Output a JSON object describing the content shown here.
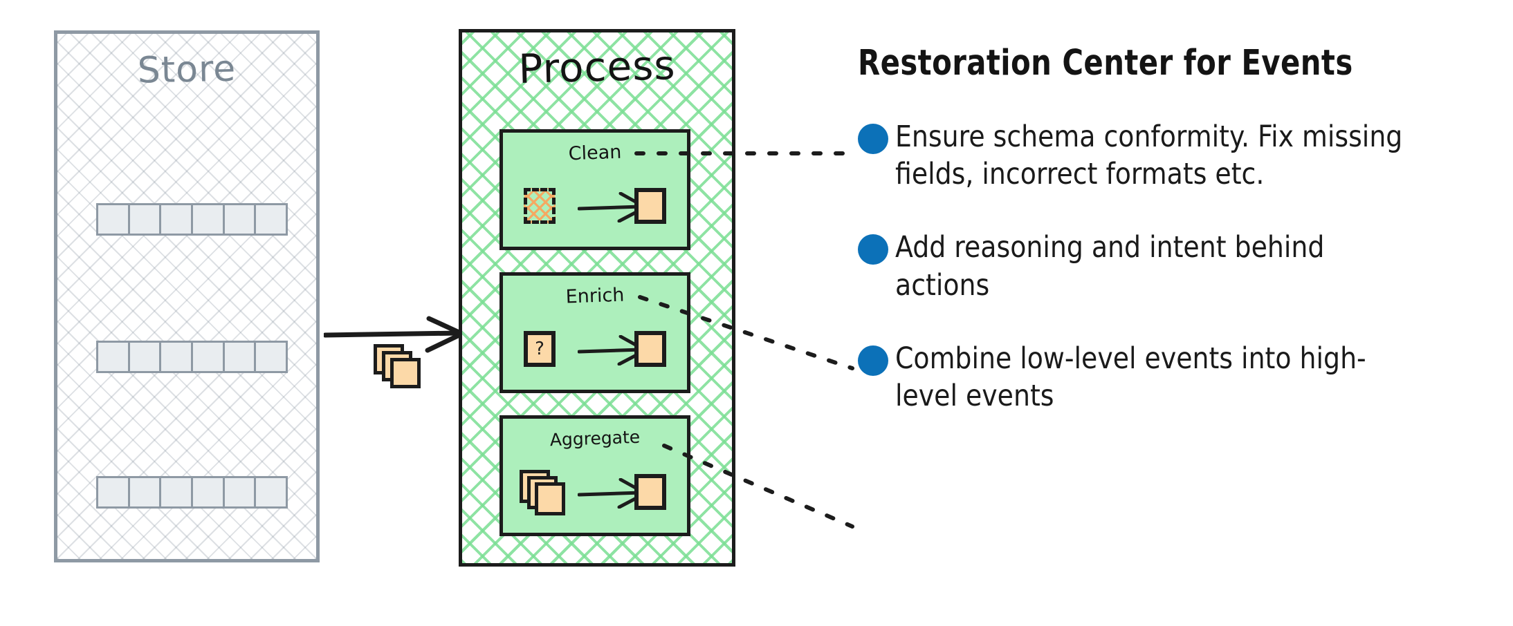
{
  "diagram": {
    "store": {
      "title": "Store",
      "rows": [
        {
          "cells": 6
        },
        {
          "cells": 6
        },
        {
          "cells": 6
        }
      ]
    },
    "process": {
      "title": "Process",
      "steps": [
        {
          "label": "Clean",
          "input_icon": "hatched-dashed-square-icon",
          "output_icon": "filled-square-icon"
        },
        {
          "label": "Enrich",
          "input_icon": "question-mark-square-icon",
          "output_icon": "filled-square-icon",
          "input_glyph": "?"
        },
        {
          "label": "Aggregate",
          "input_icon": "stacked-squares-icon",
          "output_icon": "filled-square-icon"
        }
      ]
    },
    "feed": {
      "arrow_icon": "right-arrow-icon",
      "cards_icon": "stacked-cards-icon"
    }
  },
  "notes": {
    "title": "Restoration Center for Events",
    "items": [
      {
        "bullet_icon": "blue-dot-icon",
        "text": "Ensure schema conformity. Fix missing fields, incorrect formats etc."
      },
      {
        "bullet_icon": "blue-dot-icon",
        "text": "Add reasoning and intent behind actions"
      },
      {
        "bullet_icon": "blue-dot-icon",
        "text": "Combine low-level events into high-level events"
      }
    ]
  },
  "colors": {
    "store_border": "#8e99a4",
    "store_title": "#7a8793",
    "store_cell_fill": "#e9edf0",
    "process_border": "#1c1c1c",
    "process_hatch": "#7ade93",
    "step_fill": "#adefbc",
    "card_fill": "#fcd9a8",
    "card_hatch": "#f5a962",
    "bullet_blue": "#0c71b8",
    "text": "#141414",
    "background": "#ffffff"
  }
}
